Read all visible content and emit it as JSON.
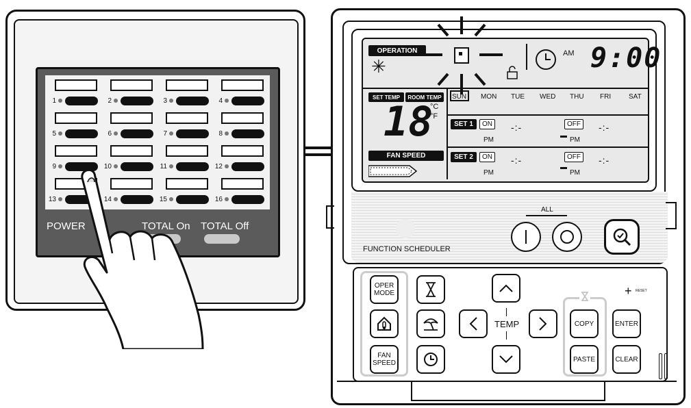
{
  "left_panel": {
    "units": [
      {
        "num": "1"
      },
      {
        "num": "2"
      },
      {
        "num": "3"
      },
      {
        "num": "4"
      },
      {
        "num": "5"
      },
      {
        "num": "6"
      },
      {
        "num": "7"
      },
      {
        "num": "8"
      },
      {
        "num": "9"
      },
      {
        "num": "10"
      },
      {
        "num": "11"
      },
      {
        "num": "12"
      },
      {
        "num": "13"
      },
      {
        "num": "14"
      },
      {
        "num": "15"
      },
      {
        "num": "16"
      }
    ],
    "power_label": "POWER",
    "total_on_label": "TOTAL On",
    "total_off_label": "TOTAL Off"
  },
  "remote": {
    "operation_label": "OPERATION",
    "time_ampm": "AM",
    "time": "9:00",
    "set_temp_label": "SET TEMP",
    "room_temp_label": "ROOM TEMP",
    "temp_value": "18",
    "unit_c": "°C",
    "unit_f": "°F",
    "fan_speed_label": "FAN SPEED",
    "days": [
      "SUN",
      "MON",
      "TUE",
      "WED",
      "THU",
      "FRI",
      "SAT"
    ],
    "set1_label": "SET 1",
    "set2_label": "SET 2",
    "on_label": "ON",
    "off_label": "OFF",
    "pm_label": "PM",
    "time_placeholder": "-:-",
    "all_label": "ALL",
    "function_scheduler_label": "FUNCTION SCHEDULER",
    "buttons": {
      "oper_mode": "OPER\nMODE",
      "fan_speed": "FAN\nSPEED",
      "temp": "TEMP",
      "copy": "COPY",
      "paste": "PASTE",
      "enter": "ENTER",
      "clear": "CLEAR",
      "reset": "RESET"
    }
  }
}
